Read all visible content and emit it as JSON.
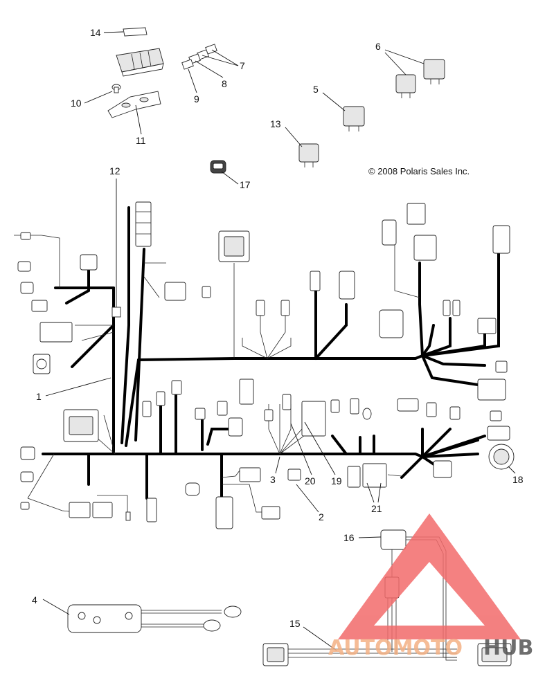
{
  "diagram": {
    "copyright": "© 2008 Polaris Sales Inc.",
    "callouts": [
      {
        "id": "1",
        "label": "1"
      },
      {
        "id": "2",
        "label": "2"
      },
      {
        "id": "3",
        "label": "3"
      },
      {
        "id": "4",
        "label": "4"
      },
      {
        "id": "5",
        "label": "5"
      },
      {
        "id": "6",
        "label": "6"
      },
      {
        "id": "7",
        "label": "7"
      },
      {
        "id": "8",
        "label": "8"
      },
      {
        "id": "9",
        "label": "9"
      },
      {
        "id": "10",
        "label": "10"
      },
      {
        "id": "11",
        "label": "11"
      },
      {
        "id": "12",
        "label": "12"
      },
      {
        "id": "13",
        "label": "13"
      },
      {
        "id": "14",
        "label": "14"
      },
      {
        "id": "15",
        "label": "15"
      },
      {
        "id": "16",
        "label": "16"
      },
      {
        "id": "17",
        "label": "17"
      },
      {
        "id": "18",
        "label": "18"
      },
      {
        "id": "19",
        "label": "19"
      },
      {
        "id": "20",
        "label": "20"
      },
      {
        "id": "21",
        "label": "21"
      }
    ]
  },
  "watermark": {
    "part1": "AUTOMOTO",
    "part2": "HUB",
    "color_triangle": "#f26b6b",
    "color_part1": "#f4b184",
    "color_part2": "#555555"
  }
}
